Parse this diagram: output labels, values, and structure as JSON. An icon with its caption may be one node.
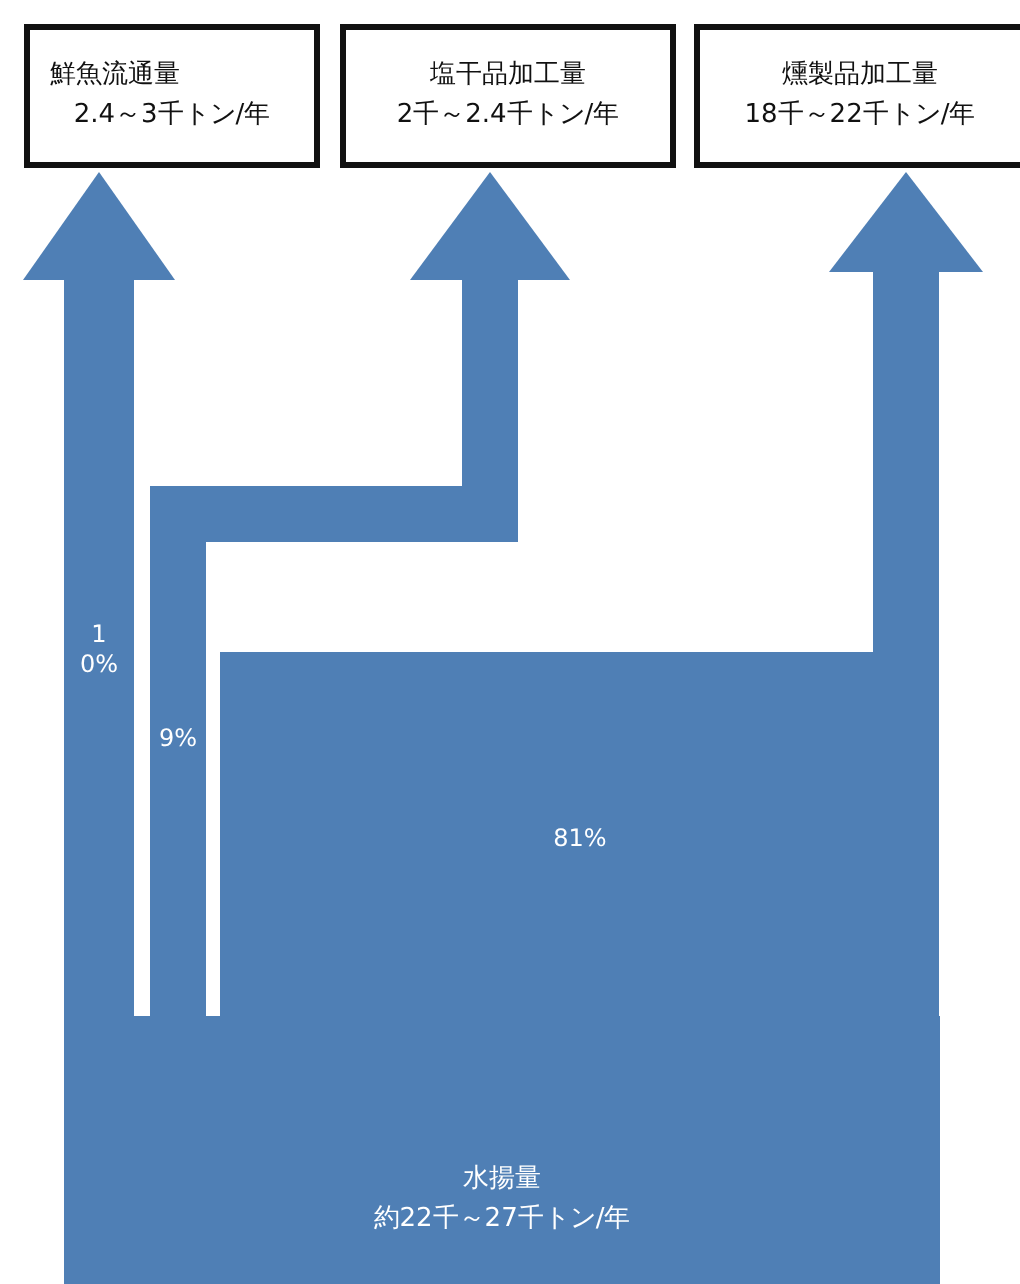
{
  "diagram": {
    "nodes": [
      {
        "text": [
          "鮮魚流通量",
          "2.4～3千トン/年"
        ]
      },
      {
        "text": [
          "塩干品加工量",
          "2千～2.4千トン/年"
        ]
      },
      {
        "text": [
          "燻製品加工量",
          "18千～22千トン/年"
        ]
      },
      {
        "text": [
          "水揚量",
          "約22千～27千トン/年"
        ]
      }
    ],
    "edges": [
      {
        "from": 3,
        "to": 0,
        "arrow": "to",
        "label": "10%"
      },
      {
        "from": 3,
        "to": 1,
        "arrow": "to",
        "label": "9%"
      },
      {
        "from": 3,
        "to": 2,
        "arrow": "to",
        "label": "81%"
      }
    ]
  }
}
